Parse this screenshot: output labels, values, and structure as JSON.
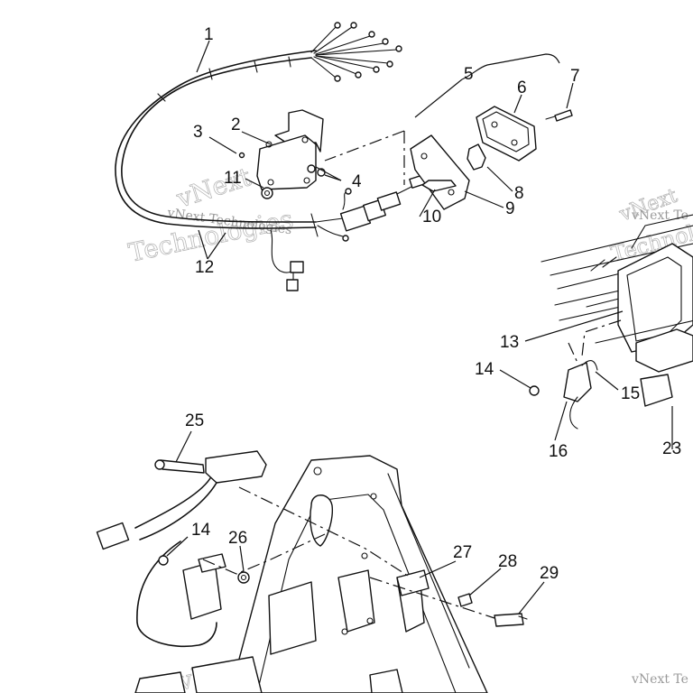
{
  "callouts": [
    {
      "id": "1",
      "label": "1"
    },
    {
      "id": "2",
      "label": "2"
    },
    {
      "id": "3",
      "label": "3"
    },
    {
      "id": "4",
      "label": "4"
    },
    {
      "id": "5",
      "label": "5"
    },
    {
      "id": "6",
      "label": "6"
    },
    {
      "id": "7",
      "label": "7"
    },
    {
      "id": "8",
      "label": "8"
    },
    {
      "id": "9",
      "label": "9"
    },
    {
      "id": "10",
      "label": "10"
    },
    {
      "id": "11",
      "label": "11"
    },
    {
      "id": "12",
      "label": "12"
    },
    {
      "id": "13",
      "label": "13"
    },
    {
      "id": "14a",
      "label": "14"
    },
    {
      "id": "15",
      "label": "15"
    },
    {
      "id": "16",
      "label": "16"
    },
    {
      "id": "23",
      "label": "23"
    },
    {
      "id": "25",
      "label": "25"
    },
    {
      "id": "14b",
      "label": "14"
    },
    {
      "id": "26",
      "label": "26"
    },
    {
      "id": "27",
      "label": "27"
    },
    {
      "id": "28",
      "label": "28"
    },
    {
      "id": "29",
      "label": "29"
    }
  ],
  "watermark": {
    "line1": "vNext",
    "line2": "Technologies",
    "small": "vNext Technologies",
    "edge_right_top": "vNext Te",
    "edge_right_bottom": "vNext Te"
  }
}
